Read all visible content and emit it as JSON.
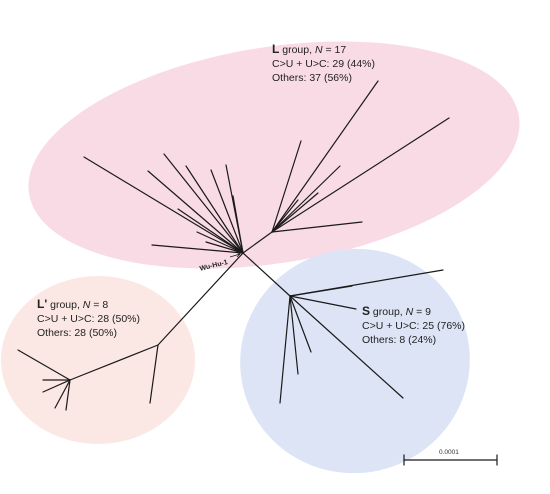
{
  "groups": {
    "L": {
      "name": "L",
      "title_rest": " group, ",
      "n_label": "N",
      "n_value": " = 17",
      "line1": "C>U + U>C: 29 (44%)",
      "line2": "Others: 37 (56%)",
      "fill": "#f9dbe6"
    },
    "Lprime": {
      "name": "L'",
      "title_rest": " group, ",
      "n_label": "N",
      "n_value": " = 8",
      "line1": "C>U + U>C: 28 (50%)",
      "line2": "Others: 28 (50%)",
      "fill": "#fbe8e4"
    },
    "S": {
      "name": "S",
      "title_rest": " group, ",
      "n_label": "N",
      "n_value": " = 9",
      "line1": "C>U + U>C: 25 (76%)",
      "line2": "Others: 8 (24%)",
      "fill": "#dce4f6"
    }
  },
  "root_label": "Wu-Hu-1",
  "scale_bar_label": "0.0001",
  "branch_color": "#1a1a1a"
}
